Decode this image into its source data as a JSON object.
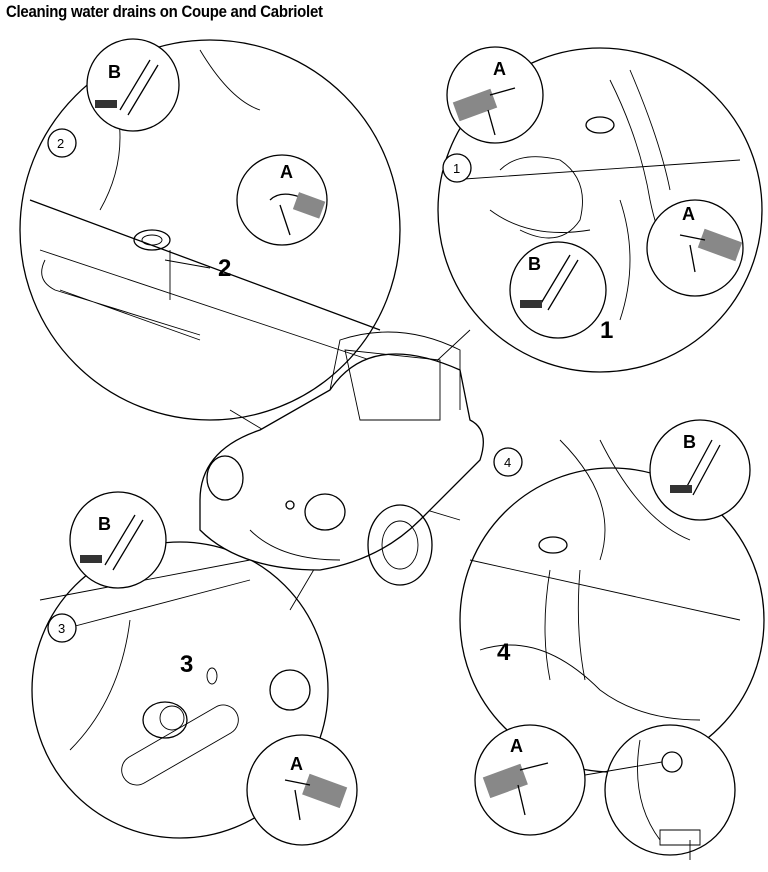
{
  "title": "Cleaning water drains on Coupe and Cabriolet",
  "details": [
    {
      "number": "2",
      "callout": "2",
      "tools": [
        "B",
        "A"
      ]
    },
    {
      "number": "1",
      "callout": "1",
      "tools": [
        "A",
        "A",
        "B"
      ]
    },
    {
      "number": "3",
      "callout": "3",
      "tools": [
        "B",
        "A"
      ]
    },
    {
      "number": "4",
      "callout": "4",
      "tools": [
        "B",
        "A"
      ]
    }
  ]
}
